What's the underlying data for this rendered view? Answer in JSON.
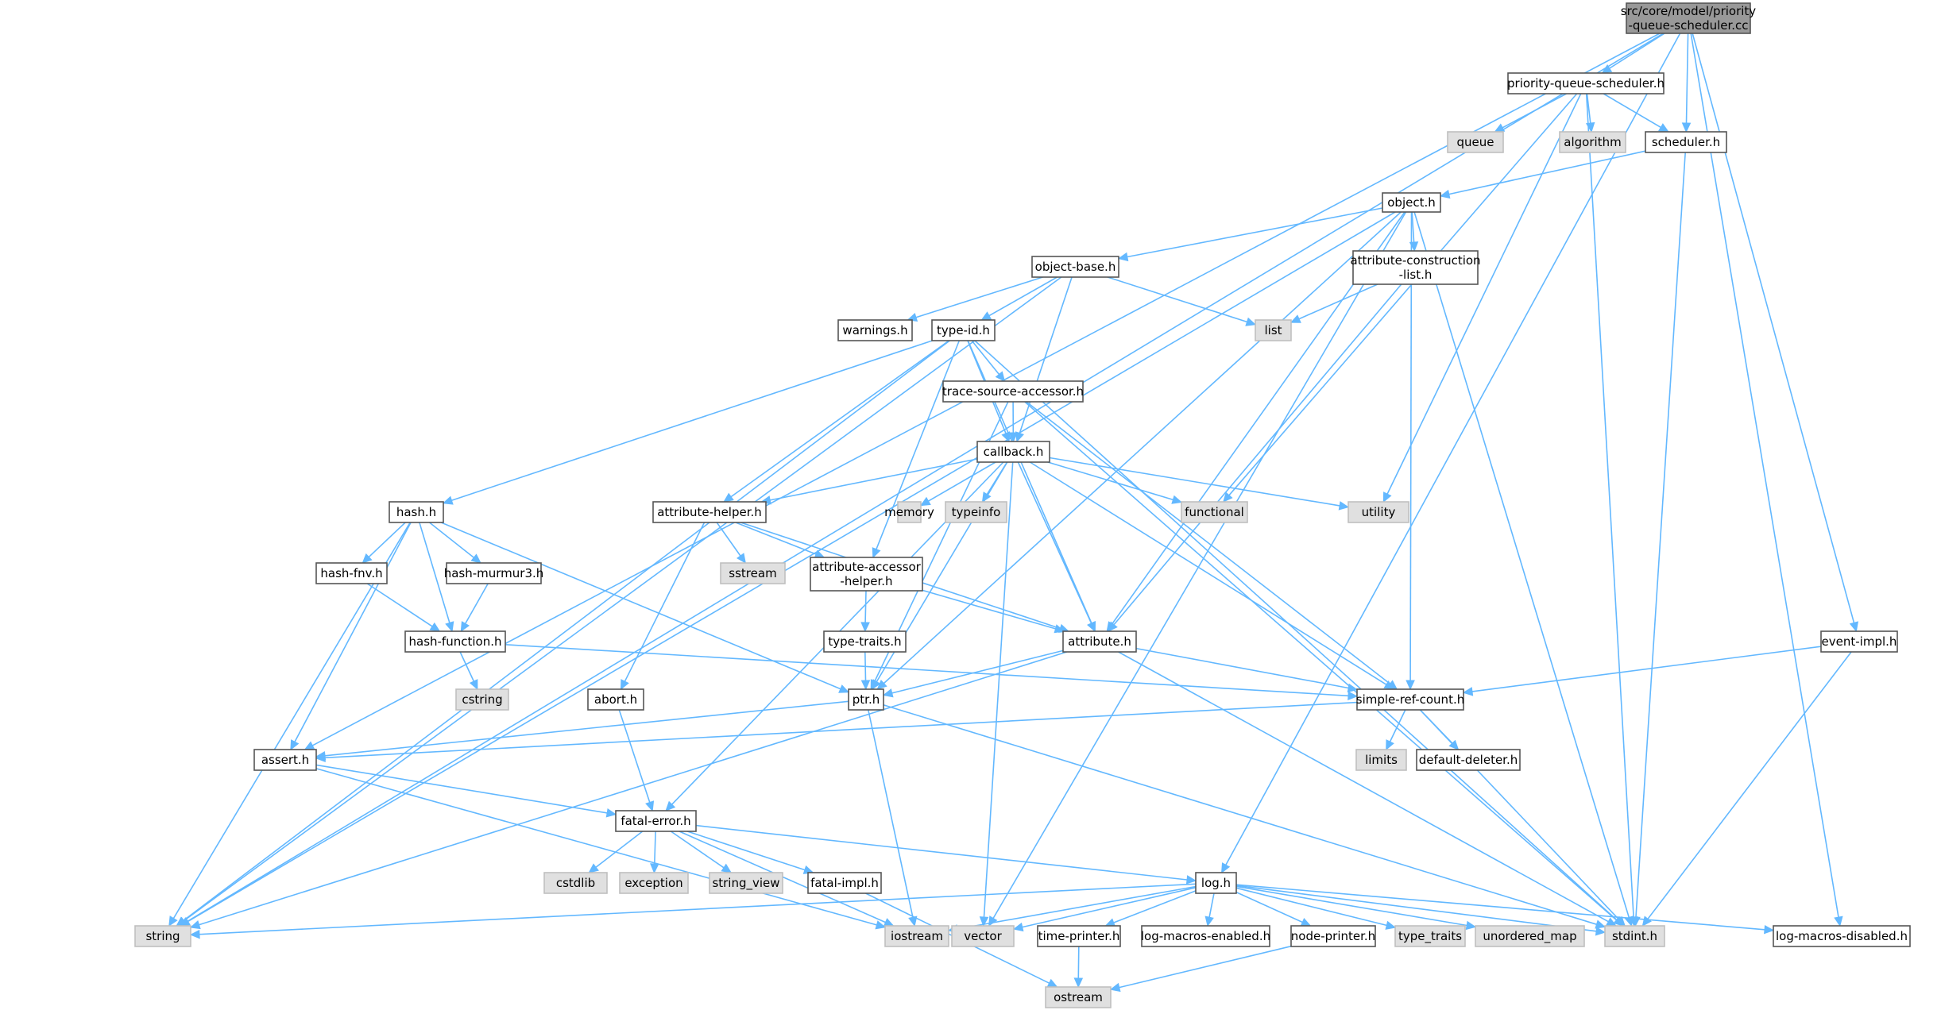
{
  "colors": {
    "background": "#ffffff",
    "root_fill": "#999999",
    "header_fill": "#ffffff",
    "external_fill": "#e0e0e0",
    "edge": "#63b8ff",
    "border": "#555555"
  },
  "nodes": [
    {
      "id": "root",
      "label": [
        "src/core/model/priority",
        "-queue-scheduler.cc"
      ],
      "kind": "root"
    },
    {
      "id": "pqs_h",
      "label": [
        "priority-queue-scheduler.h"
      ],
      "kind": "header"
    },
    {
      "id": "queue",
      "label": [
        "queue"
      ],
      "kind": "external"
    },
    {
      "id": "algorithm",
      "label": [
        "algorithm"
      ],
      "kind": "external"
    },
    {
      "id": "scheduler_h",
      "label": [
        "scheduler.h"
      ],
      "kind": "header"
    },
    {
      "id": "object_h",
      "label": [
        "object.h"
      ],
      "kind": "header"
    },
    {
      "id": "object_base_h",
      "label": [
        "object-base.h"
      ],
      "kind": "header"
    },
    {
      "id": "acl_h",
      "label": [
        "attribute-construction",
        "-list.h"
      ],
      "kind": "header"
    },
    {
      "id": "warnings_h",
      "label": [
        "warnings.h"
      ],
      "kind": "header"
    },
    {
      "id": "type_id_h",
      "label": [
        "type-id.h"
      ],
      "kind": "header"
    },
    {
      "id": "list",
      "label": [
        "list"
      ],
      "kind": "external"
    },
    {
      "id": "tsa_h",
      "label": [
        "trace-source-accessor.h"
      ],
      "kind": "header"
    },
    {
      "id": "callback_h",
      "label": [
        "callback.h"
      ],
      "kind": "header"
    },
    {
      "id": "hash_h",
      "label": [
        "hash.h"
      ],
      "kind": "header"
    },
    {
      "id": "attr_helper_h",
      "label": [
        "attribute-helper.h"
      ],
      "kind": "header"
    },
    {
      "id": "memory",
      "label": [
        "memory"
      ],
      "kind": "external"
    },
    {
      "id": "typeinfo",
      "label": [
        "typeinfo"
      ],
      "kind": "external"
    },
    {
      "id": "functional",
      "label": [
        "functional"
      ],
      "kind": "external"
    },
    {
      "id": "utility",
      "label": [
        "utility"
      ],
      "kind": "external"
    },
    {
      "id": "hash_fnv_h",
      "label": [
        "hash-fnv.h"
      ],
      "kind": "header"
    },
    {
      "id": "hash_murmur3_h",
      "label": [
        "hash-murmur3.h"
      ],
      "kind": "header"
    },
    {
      "id": "sstream",
      "label": [
        "sstream"
      ],
      "kind": "external"
    },
    {
      "id": "aah_h",
      "label": [
        "attribute-accessor",
        "-helper.h"
      ],
      "kind": "header"
    },
    {
      "id": "hash_function_h",
      "label": [
        "hash-function.h"
      ],
      "kind": "header"
    },
    {
      "id": "type_traits_h",
      "label": [
        "type-traits.h"
      ],
      "kind": "header"
    },
    {
      "id": "attribute_h",
      "label": [
        "attribute.h"
      ],
      "kind": "header"
    },
    {
      "id": "event_impl_h",
      "label": [
        "event-impl.h"
      ],
      "kind": "header"
    },
    {
      "id": "cstring",
      "label": [
        "cstring"
      ],
      "kind": "external"
    },
    {
      "id": "abort_h",
      "label": [
        "abort.h"
      ],
      "kind": "header"
    },
    {
      "id": "ptr_h",
      "label": [
        "ptr.h"
      ],
      "kind": "header"
    },
    {
      "id": "src_h",
      "label": [
        "simple-ref-count.h"
      ],
      "kind": "header"
    },
    {
      "id": "assert_h",
      "label": [
        "assert.h"
      ],
      "kind": "header"
    },
    {
      "id": "limits",
      "label": [
        "limits"
      ],
      "kind": "external"
    },
    {
      "id": "default_deleter_h",
      "label": [
        "default-deleter.h"
      ],
      "kind": "header"
    },
    {
      "id": "fatal_error_h",
      "label": [
        "fatal-error.h"
      ],
      "kind": "header"
    },
    {
      "id": "cstdlib",
      "label": [
        "cstdlib"
      ],
      "kind": "external"
    },
    {
      "id": "exception",
      "label": [
        "exception"
      ],
      "kind": "external"
    },
    {
      "id": "string_view",
      "label": [
        "string_view"
      ],
      "kind": "external"
    },
    {
      "id": "fatal_impl_h",
      "label": [
        "fatal-impl.h"
      ],
      "kind": "header"
    },
    {
      "id": "log_h",
      "label": [
        "log.h"
      ],
      "kind": "header"
    },
    {
      "id": "string",
      "label": [
        "string"
      ],
      "kind": "external"
    },
    {
      "id": "iostream",
      "label": [
        "iostream"
      ],
      "kind": "external"
    },
    {
      "id": "vector",
      "label": [
        "vector"
      ],
      "kind": "external"
    },
    {
      "id": "time_printer_h",
      "label": [
        "time-printer.h"
      ],
      "kind": "header"
    },
    {
      "id": "log_macros_enabled_h",
      "label": [
        "log-macros-enabled.h"
      ],
      "kind": "header"
    },
    {
      "id": "node_printer_h",
      "label": [
        "node-printer.h"
      ],
      "kind": "header"
    },
    {
      "id": "type_traits",
      "label": [
        "type_traits"
      ],
      "kind": "external"
    },
    {
      "id": "unordered_map",
      "label": [
        "unordered_map"
      ],
      "kind": "external"
    },
    {
      "id": "stdint_h",
      "label": [
        "stdint.h"
      ],
      "kind": "external"
    },
    {
      "id": "log_macros_disabled_h",
      "label": [
        "log-macros-disabled.h"
      ],
      "kind": "header"
    },
    {
      "id": "ostream",
      "label": [
        "ostream"
      ],
      "kind": "external"
    }
  ],
  "edges": [
    [
      "root",
      "pqs_h"
    ],
    [
      "root",
      "scheduler_h"
    ],
    [
      "root",
      "string"
    ],
    [
      "root",
      "assert_h"
    ],
    [
      "root",
      "log_h"
    ],
    [
      "root",
      "event_impl_h"
    ],
    [
      "root",
      "log_macros_disabled_h"
    ],
    [
      "pqs_h",
      "queue"
    ],
    [
      "pqs_h",
      "algorithm"
    ],
    [
      "pqs_h",
      "scheduler_h"
    ],
    [
      "pqs_h",
      "functional"
    ],
    [
      "pqs_h",
      "utility"
    ],
    [
      "pqs_h",
      "stdint_h"
    ],
    [
      "scheduler_h",
      "object_h"
    ],
    [
      "scheduler_h",
      "stdint_h"
    ],
    [
      "object_h",
      "object_base_h"
    ],
    [
      "object_h",
      "acl_h"
    ],
    [
      "object_h",
      "ptr_h"
    ],
    [
      "object_h",
      "attribute_h"
    ],
    [
      "object_h",
      "src_h"
    ],
    [
      "object_h",
      "string"
    ],
    [
      "object_h",
      "vector"
    ],
    [
      "object_h",
      "stdint_h"
    ],
    [
      "object_base_h",
      "warnings_h"
    ],
    [
      "object_base_h",
      "type_id_h"
    ],
    [
      "object_base_h",
      "list"
    ],
    [
      "object_base_h",
      "callback_h"
    ],
    [
      "object_base_h",
      "string"
    ],
    [
      "acl_h",
      "list"
    ],
    [
      "acl_h",
      "attribute_h"
    ],
    [
      "type_id_h",
      "tsa_h"
    ],
    [
      "type_id_h",
      "callback_h"
    ],
    [
      "type_id_h",
      "hash_h"
    ],
    [
      "type_id_h",
      "attr_helper_h"
    ],
    [
      "type_id_h",
      "aah_h"
    ],
    [
      "type_id_h",
      "attribute_h"
    ],
    [
      "type_id_h",
      "string"
    ],
    [
      "type_id_h",
      "stdint_h"
    ],
    [
      "tsa_h",
      "callback_h"
    ],
    [
      "tsa_h",
      "ptr_h"
    ],
    [
      "tsa_h",
      "src_h"
    ],
    [
      "tsa_h",
      "stdint_h"
    ],
    [
      "callback_h",
      "attr_helper_h"
    ],
    [
      "callback_h",
      "memory"
    ],
    [
      "callback_h",
      "typeinfo"
    ],
    [
      "callback_h",
      "functional"
    ],
    [
      "callback_h",
      "utility"
    ],
    [
      "callback_h",
      "attribute_h"
    ],
    [
      "callback_h",
      "ptr_h"
    ],
    [
      "callback_h",
      "src_h"
    ],
    [
      "callback_h",
      "fatal_error_h"
    ],
    [
      "callback_h",
      "vector"
    ],
    [
      "hash_h",
      "hash_fnv_h"
    ],
    [
      "hash_h",
      "hash_murmur3_h"
    ],
    [
      "hash_h",
      "hash_function_h"
    ],
    [
      "hash_h",
      "assert_h"
    ],
    [
      "hash_h",
      "ptr_h"
    ],
    [
      "hash_h",
      "string"
    ],
    [
      "attr_helper_h",
      "sstream"
    ],
    [
      "attr_helper_h",
      "aah_h"
    ],
    [
      "attr_helper_h",
      "attribute_h"
    ],
    [
      "attr_helper_h",
      "abort_h"
    ],
    [
      "hash_fnv_h",
      "hash_function_h"
    ],
    [
      "hash_murmur3_h",
      "hash_function_h"
    ],
    [
      "hash_function_h",
      "cstring"
    ],
    [
      "hash_function_h",
      "src_h"
    ],
    [
      "aah_h",
      "type_traits_h"
    ],
    [
      "aah_h",
      "attribute_h"
    ],
    [
      "type_traits_h",
      "ptr_h"
    ],
    [
      "attribute_h",
      "ptr_h"
    ],
    [
      "attribute_h",
      "src_h"
    ],
    [
      "attribute_h",
      "string"
    ],
    [
      "attribute_h",
      "stdint_h"
    ],
    [
      "event_impl_h",
      "src_h"
    ],
    [
      "event_impl_h",
      "stdint_h"
    ],
    [
      "abort_h",
      "fatal_error_h"
    ],
    [
      "ptr_h",
      "assert_h"
    ],
    [
      "ptr_h",
      "iostream"
    ],
    [
      "ptr_h",
      "stdint_h"
    ],
    [
      "src_h",
      "limits"
    ],
    [
      "src_h",
      "default_deleter_h"
    ],
    [
      "src_h",
      "assert_h"
    ],
    [
      "src_h",
      "stdint_h"
    ],
    [
      "assert_h",
      "fatal_error_h"
    ],
    [
      "assert_h",
      "iostream"
    ],
    [
      "fatal_error_h",
      "cstdlib"
    ],
    [
      "fatal_error_h",
      "exception"
    ],
    [
      "fatal_error_h",
      "string_view"
    ],
    [
      "fatal_error_h",
      "fatal_impl_h"
    ],
    [
      "fatal_error_h",
      "log_h"
    ],
    [
      "fatal_error_h",
      "iostream"
    ],
    [
      "fatal_impl_h",
      "ostream"
    ],
    [
      "log_h",
      "string"
    ],
    [
      "log_h",
      "iostream"
    ],
    [
      "log_h",
      "vector"
    ],
    [
      "log_h",
      "time_printer_h"
    ],
    [
      "log_h",
      "log_macros_enabled_h"
    ],
    [
      "log_h",
      "node_printer_h"
    ],
    [
      "log_h",
      "type_traits"
    ],
    [
      "log_h",
      "unordered_map"
    ],
    [
      "log_h",
      "stdint_h"
    ],
    [
      "log_h",
      "log_macros_disabled_h"
    ],
    [
      "time_printer_h",
      "ostream"
    ],
    [
      "node_printer_h",
      "ostream"
    ]
  ]
}
